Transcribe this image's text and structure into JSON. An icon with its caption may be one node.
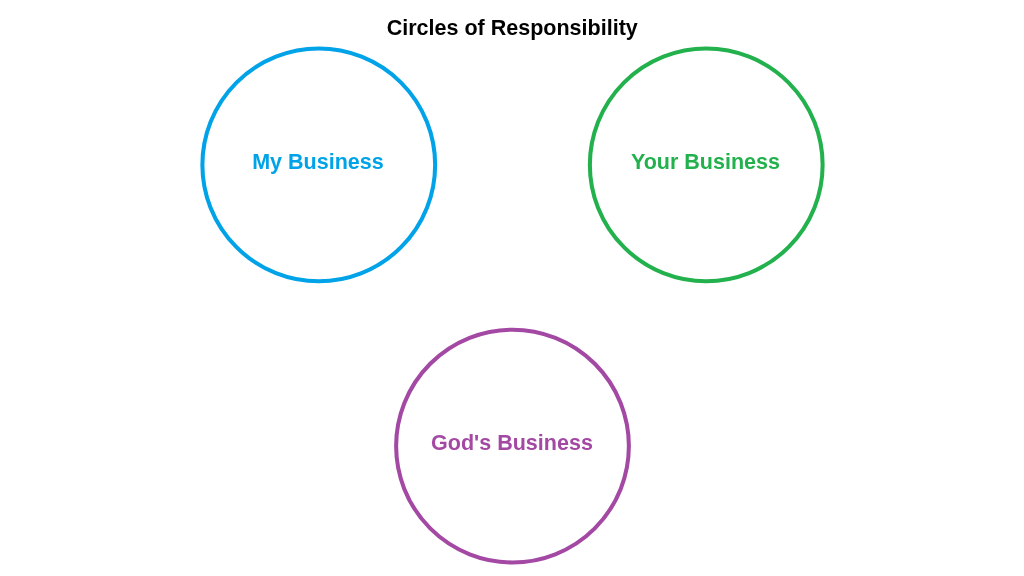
{
  "diagram": {
    "title": "Circles of Responsibility",
    "nodes": [
      {
        "text": [
          "My Business"
        ]
      },
      {
        "text": [
          "Your Business"
        ]
      },
      {
        "text": [
          "God's Business"
        ]
      }
    ],
    "edges": []
  }
}
